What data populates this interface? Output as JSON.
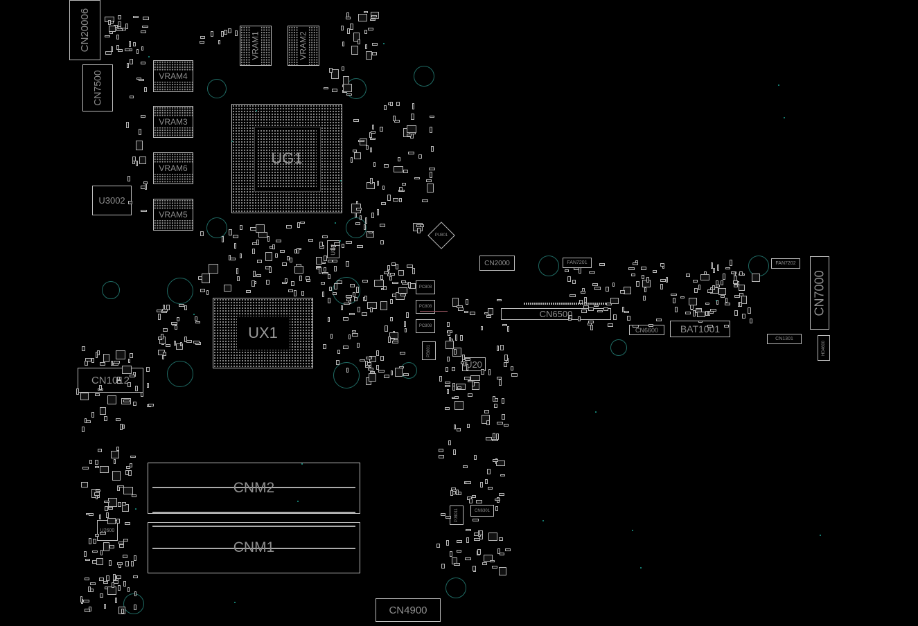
{
  "board": {
    "connectors": {
      "cn20006": "CN20006",
      "cn7500": "CN7500",
      "cn1012": "CN1012",
      "cnm2": "CNM2",
      "cnm1": "CNM1",
      "cn4900": "CN4900",
      "cn2000": "CN2000",
      "cn6500": "CN6500",
      "cn6600": "CN6600",
      "cn7000": "CN7000",
      "cn1301": "CN1301",
      "cn6301": "CN6301",
      "hd4600": "HD4600",
      "fan7201": "FAN7201",
      "fan7202": "FAN7202",
      "bat1001": "BAT1001"
    },
    "chips": {
      "ug1": "UG1",
      "ux1": "UX1",
      "u3002": "U3002",
      "u20": "U20",
      "u2600": "U2600",
      "ug2": "UG2",
      "pu801": "PU801",
      "pc808a": "PC808",
      "pc808b": "PC808",
      "pc808c": "PC808",
      "pb801": "PB801",
      "pj8011": "PJ8011"
    },
    "memory": {
      "vram1": "VRAM1",
      "vram2": "VRAM2",
      "vram3": "VRAM3",
      "vram4": "VRAM4",
      "vram5": "VRAM5",
      "vram6": "VRAM6"
    },
    "colors": {
      "background": "#000000",
      "outline": "#bdbdbd",
      "label": "#8e8e8e",
      "mounting_hole": "#1f6b64",
      "via": "#1aa191"
    }
  }
}
